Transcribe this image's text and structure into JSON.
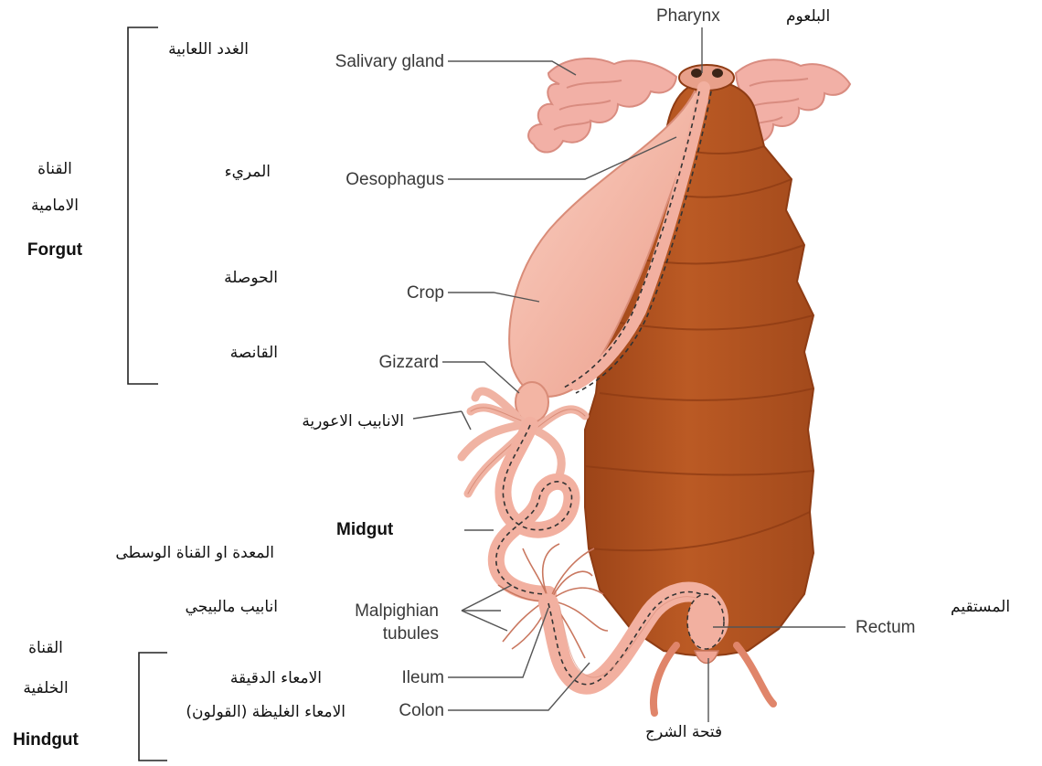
{
  "labels_en": {
    "pharynx": "Pharynx",
    "salivary_gland": "Salivary gland",
    "oesophagus": "Oesophagus",
    "crop": "Crop",
    "gizzard": "Gizzard",
    "malpighian_1": "Malpighian",
    "malpighian_2": "tubules",
    "ileum": "Ileum",
    "colon": "Colon",
    "rectum": "Rectum"
  },
  "labels_ar": {
    "pharynx": "البلعوم",
    "salivary_gland": "الغدد اللعابية",
    "oesophagus": "المريء",
    "crop": "الحوصلة",
    "gizzard": "القانصة",
    "caeca": "الانابيب الاعورية",
    "midgut": "المعدة او القناة الوسطى",
    "malpighian": "انابيب مالبيجي",
    "ileum": "الامعاء الدقيقة",
    "colon": "الامعاء الغليظة (القولون)",
    "rectum": "المستقيم",
    "anus": "فتحة الشرج"
  },
  "regions": {
    "foregut_ar_1": "القناة",
    "foregut_ar_2": "الامامية",
    "foregut_en": "Forgut",
    "midgut_en": "Midgut",
    "hindgut_ar_1": "القناة",
    "hindgut_ar_2": "الخلفية",
    "hindgut_en": "Hindgut"
  },
  "colors": {
    "body": "#b5521f",
    "body_edge": "#8f3c14",
    "gut": "#f2b0a0",
    "gut_edge": "#d98c78",
    "leader": "#555555"
  }
}
